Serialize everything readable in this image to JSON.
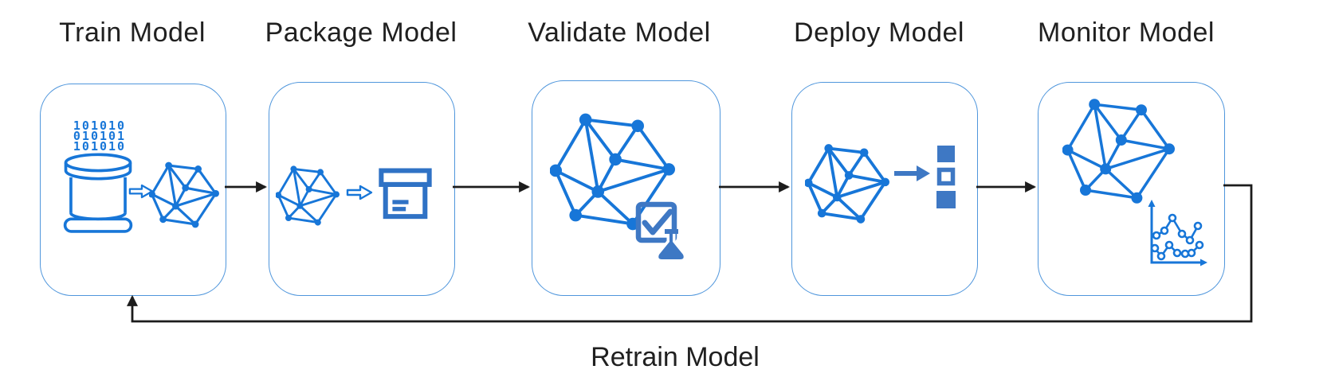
{
  "diagram": {
    "stages": [
      {
        "label": "Train Model",
        "icons": [
          "binary-data",
          "database",
          "transform-arrow",
          "model-network"
        ]
      },
      {
        "label": "Package Model",
        "icons": [
          "model-network",
          "transform-arrow",
          "archive-box"
        ]
      },
      {
        "label": "Validate Model",
        "icons": [
          "model-network",
          "check-badge",
          "flask"
        ]
      },
      {
        "label": "Deploy Model",
        "icons": [
          "model-network",
          "deploy-arrow",
          "container-stack"
        ]
      },
      {
        "label": "Monitor Model",
        "icons": [
          "model-network",
          "line-chart"
        ]
      }
    ],
    "retrain_label": "Retrain Model",
    "binary_rows": [
      "101010",
      "010101",
      "101010"
    ],
    "colors": {
      "icon_bright_blue": "#1776d8",
      "icon_steel_blue": "#3e78c4",
      "box_border_blue": "#4f96dc",
      "arrow_black": "#1c1c1c",
      "title_text": "#202020"
    }
  }
}
